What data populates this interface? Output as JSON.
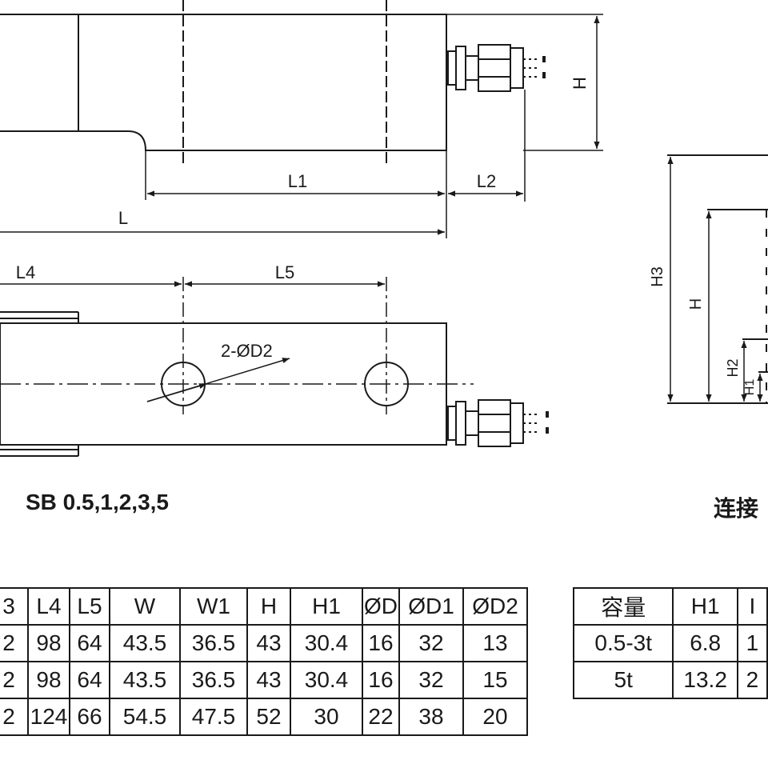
{
  "drawing": {
    "labels": {
      "h_side": "H",
      "l1": "L1",
      "l2": "L2",
      "l": "L",
      "l4": "L4",
      "l5": "L5",
      "hole": "2-ØD2",
      "h3_right": "H3",
      "h_right": "H",
      "h2_right": "H2",
      "h1_right": "H1"
    }
  },
  "model_label": "SB 0.5,1,2,3,5",
  "connect_label": "连接",
  "dimension_table": {
    "headers": [
      "3",
      "L4",
      "L5",
      "W",
      "W1",
      "H",
      "H1",
      "ØD",
      "ØD1",
      "ØD2"
    ],
    "rows": [
      [
        "2",
        "98",
        "64",
        "43.5",
        "36.5",
        "43",
        "30.4",
        "16",
        "32",
        "13"
      ],
      [
        "2",
        "98",
        "64",
        "43.5",
        "36.5",
        "43",
        "30.4",
        "16",
        "32",
        "15"
      ],
      [
        "2",
        "124",
        "66",
        "54.5",
        "47.5",
        "52",
        "30",
        "22",
        "38",
        "20"
      ]
    ]
  },
  "capacity_table": {
    "headers": [
      "容量",
      "H1",
      "I"
    ],
    "rows": [
      [
        "0.5-3t",
        "6.8",
        "1"
      ],
      [
        "5t",
        "13.2",
        "2"
      ]
    ]
  }
}
